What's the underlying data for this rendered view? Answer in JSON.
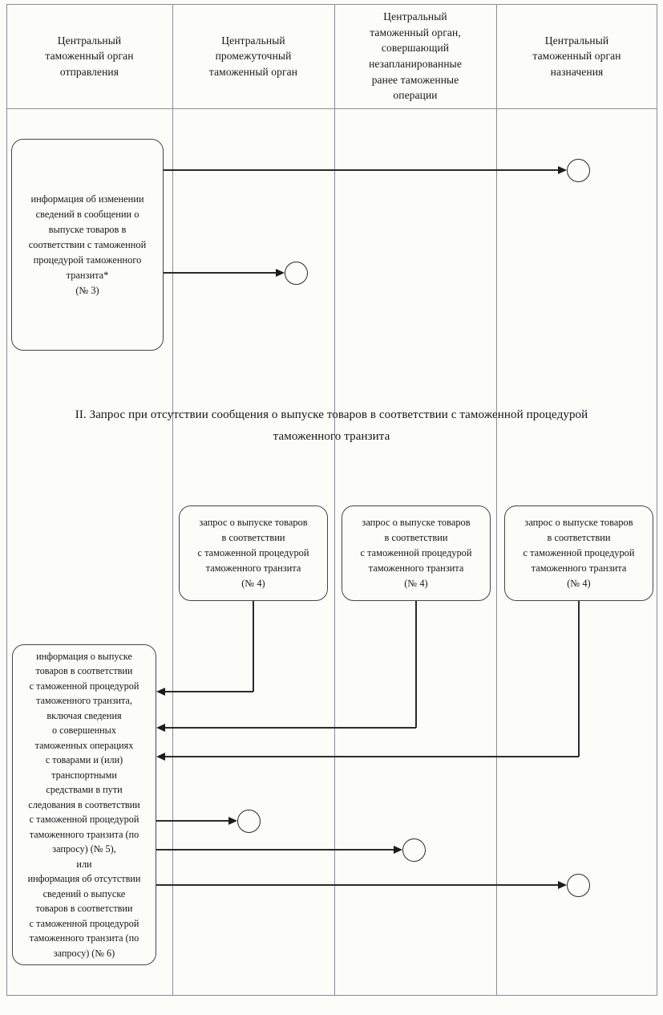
{
  "diagram_type": "swimlane-flow",
  "colors": {
    "table_line": "#8d8c99",
    "connector": "#2b2b2b",
    "box_border": "#45454d",
    "text": "#16161c",
    "paper": "#fcfcf9"
  },
  "lanes": [
    {
      "header": "Центральный\nтаможенный орган\nотправления"
    },
    {
      "header": "Центральный\nпромежуточный\nтаможенный орган"
    },
    {
      "header": "Центральный\nтаможенный орган,\nсовершающий\nнезапланированные\nранее таможенные\nоперации"
    },
    {
      "header": "Центральный\nтаможенный орган\nназначения"
    }
  ],
  "section": {
    "title": "II. Запрос при отсутствии сообщения о выпуске товаров в соответствии с таможенной процедурой таможенного транзита"
  },
  "nodes": {
    "change_info": "информация об изменении\nсведений в сообщении о\nвыпуске товаров в\nсоответствии с таможенной\nпроцедурой таможенного\nтранзита*\n(№ 3)",
    "query_intermediate": "запрос о выпуске товаров\nв соответствии\nс таможенной процедурой\nтаможенного транзита\n(№ 4)",
    "query_unplanned": "запрос о выпуске товаров\nв соответствии\nс таможенной процедурой\nтаможенного транзита\n(№ 4)",
    "query_destination": "запрос о выпуске товаров\nв соответствии\nс таможенной процедурой\nтаможенного транзита\n(№ 4)",
    "release_info": "информация о выпуске\nтоваров в соответствии\nс таможенной процедурой\nтаможенного транзита,\nвключая сведения\nо совершенных\nтаможенных операциях\nс товарами и (или)\nтранспортными\nсредствами в пути\nследования в соответствии\nс таможенной процедурой\nтаможенного транзита (по\nзапросу) (№ 5),\nили\nинформация об отсутствии\nсведений о выпуске\nтоваров в соответствии\nс таможенной процедурой\nтаможенного транзита (по\nзапросу) (№ 6)"
  }
}
